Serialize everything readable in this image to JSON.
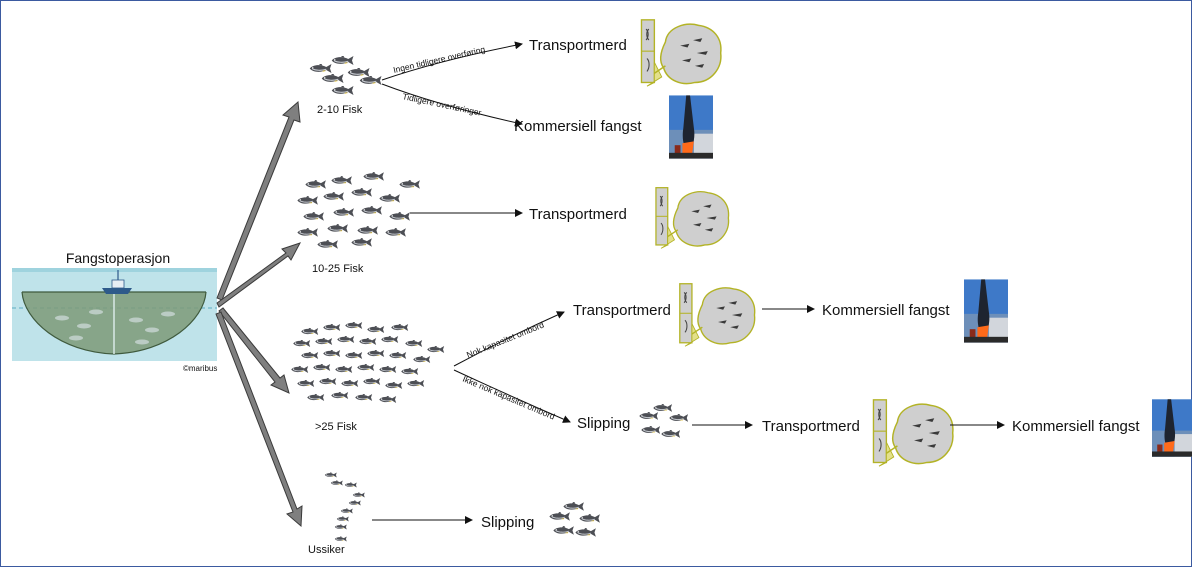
{
  "source": {
    "title": "Fangstoperasjon",
    "credit": "©maribus"
  },
  "groups": {
    "g1": {
      "label": "2-10 Fisk",
      "branch_top": "Ingen tidligere overføring",
      "branch_bottom": "Tidligere overføringer"
    },
    "g2": {
      "label": "10-25 Fisk"
    },
    "g3": {
      "label": ">25 Fisk",
      "branch_top": "Nok kapasitet ombord",
      "branch_bottom": "Ikke nok kapasitet ombord"
    },
    "g4": {
      "label": "Ussiker"
    }
  },
  "outcomes": {
    "transport": "Transportmerd",
    "commercial": "Kommersiell fangst",
    "slipping": "Slipping"
  },
  "colors": {
    "big_arrow": "#7f7f7f",
    "big_arrow_outline": "#3a3a3a",
    "pen_fill": "#cfcfcf",
    "pen_outline": "#b3b326",
    "sea": "#bfe3ea",
    "net": "#6f8a6a",
    "frame": "#3b5aa0"
  }
}
